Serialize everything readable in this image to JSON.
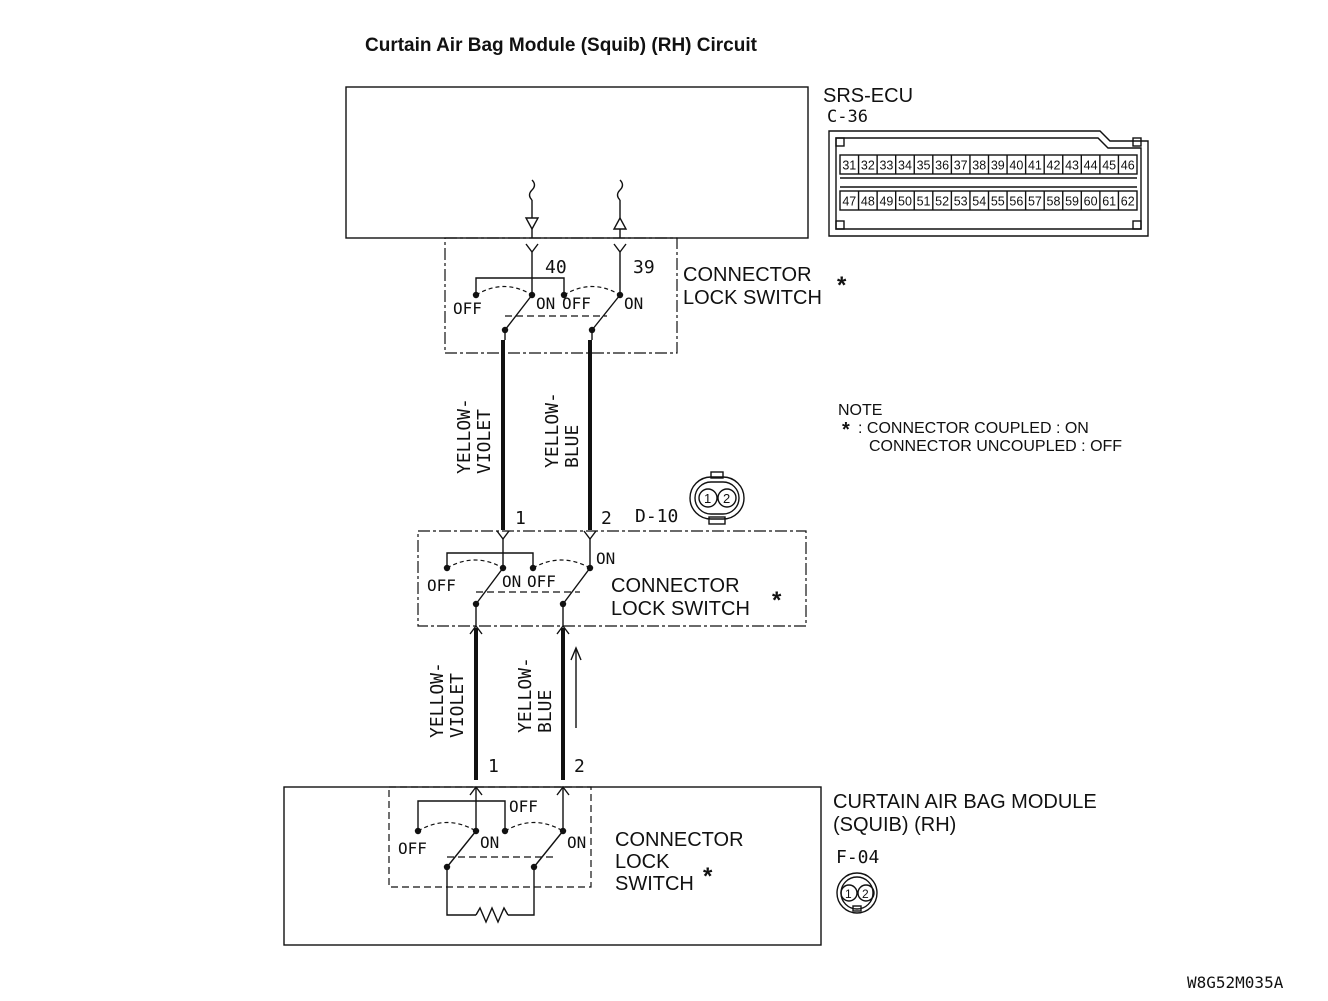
{
  "title": "Curtain Air Bag Module (Squib) (RH) Circuit",
  "srs_ecu": {
    "name": "SRS-ECU",
    "connector": "C-36",
    "pins_top": [
      "31",
      "32",
      "33",
      "34",
      "35",
      "36",
      "37",
      "38",
      "39",
      "40",
      "41",
      "42",
      "43",
      "44",
      "45",
      "46"
    ],
    "pins_bottom": [
      "47",
      "48",
      "49",
      "50",
      "51",
      "52",
      "53",
      "54",
      "55",
      "56",
      "57",
      "58",
      "59",
      "60",
      "61",
      "62"
    ],
    "pin_a": "40",
    "pin_b": "39"
  },
  "lock_switch_label_line1": "CONNECTOR",
  "lock_switch_label_line2": "LOCK SWITCH",
  "lock_switch_bottom_line1": "CONNECTOR",
  "lock_switch_bottom_line2": "LOCK",
  "lock_switch_bottom_line3": "SWITCH",
  "asterisk": "*",
  "switch": {
    "off": "OFF",
    "on": "ON"
  },
  "wires": {
    "wire1_line1": "YELLOW-",
    "wire1_line2": "VIOLET",
    "wire2_line1": "YELLOW-",
    "wire2_line2": "BLUE"
  },
  "d10": {
    "connector": "D-10",
    "pin1": "1",
    "pin2": "2"
  },
  "note": {
    "heading": "NOTE",
    "line1": ": CONNECTOR COUPLED : ON",
    "line2": "CONNECTOR UNCOUPLED : OFF"
  },
  "module": {
    "name_line1": "CURTAIN AIR BAG MODULE",
    "name_line2": "(SQUIB) (RH)",
    "connector": "F-04",
    "pin1": "1",
    "pin2": "2"
  },
  "figure_code": "W8G52M035A"
}
